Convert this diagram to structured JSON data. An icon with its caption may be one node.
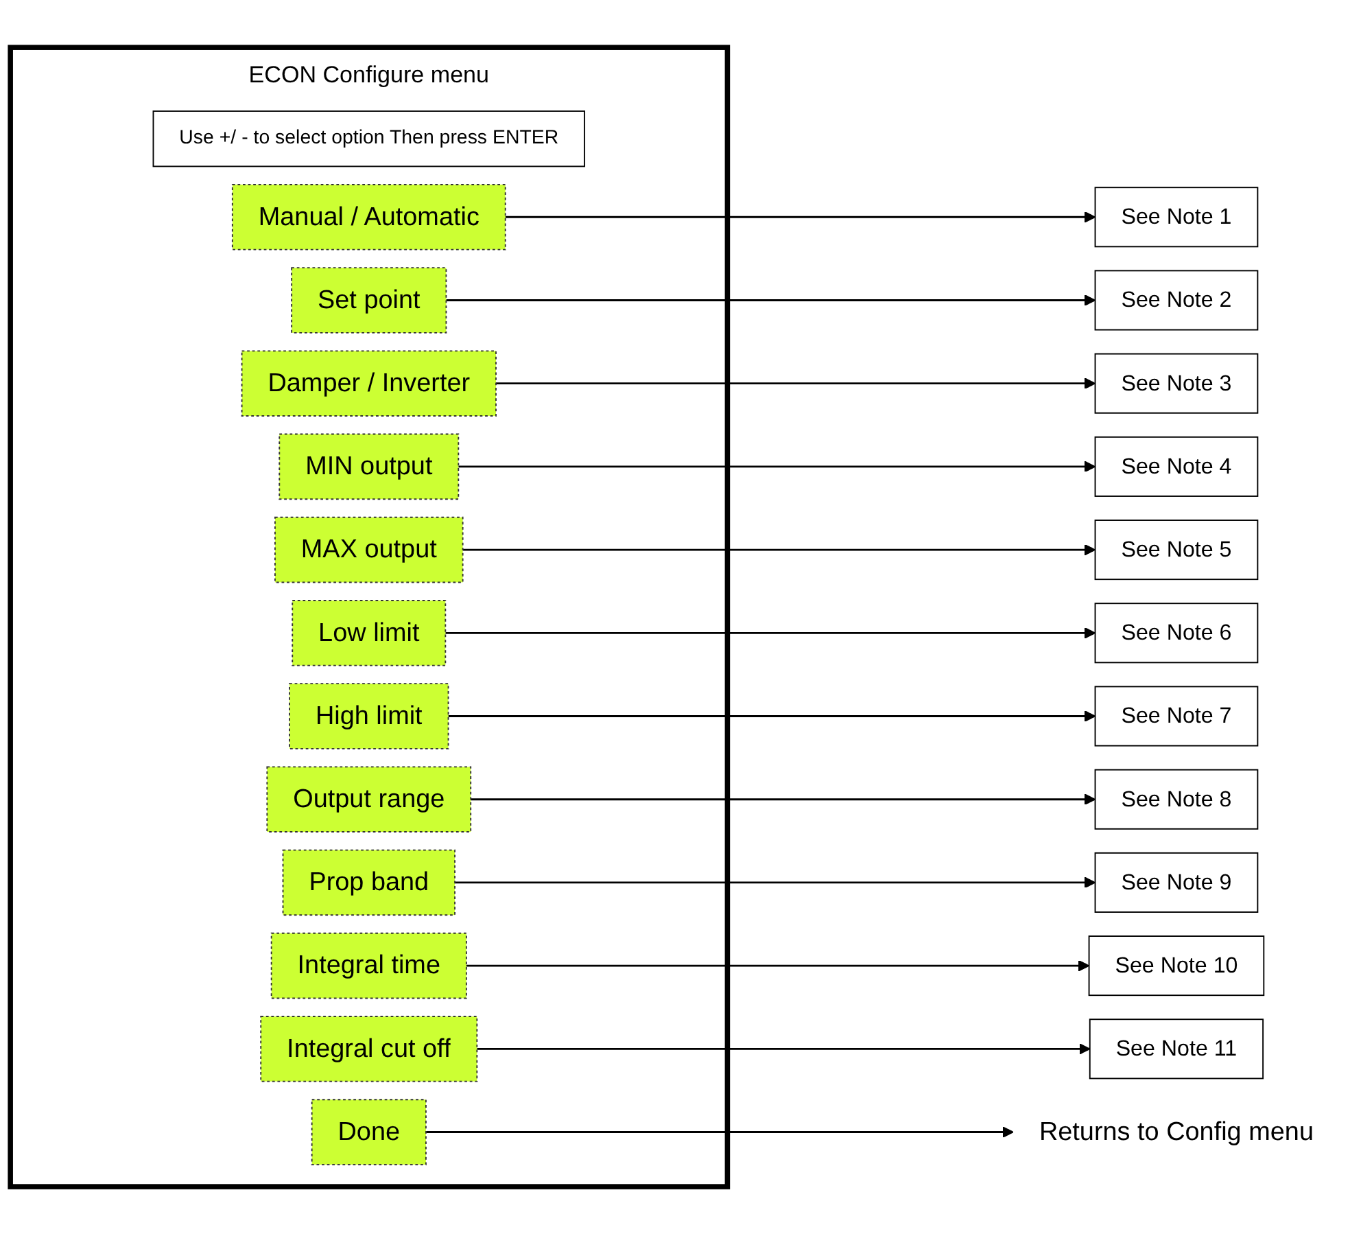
{
  "diagram": {
    "nodes": [
      {
        "text": [
          "ECON Configure menu"
        ]
      },
      {
        "text": [
          "Use +/ - to select option Then press ENTER"
        ],
        "in": 0
      },
      {
        "text": [
          "Manual / Automatic"
        ],
        "in": 0
      },
      {
        "text": [
          "Set point"
        ],
        "in": 0
      },
      {
        "text": [
          "Damper / Inverter"
        ],
        "in": 0
      },
      {
        "text": [
          "MIN output"
        ],
        "in": 0
      },
      {
        "text": [
          "MAX output"
        ],
        "in": 0
      },
      {
        "text": [
          "Low limit"
        ],
        "in": 0
      },
      {
        "text": [
          "High limit"
        ],
        "in": 0
      },
      {
        "text": [
          "Output range"
        ],
        "in": 0
      },
      {
        "text": [
          "Prop band"
        ],
        "in": 0
      },
      {
        "text": [
          "Integral time"
        ],
        "in": 0
      },
      {
        "text": [
          "Integral cut off"
        ],
        "in": 0
      },
      {
        "text": [
          "Done"
        ],
        "in": 0
      },
      {
        "text": [
          "See Note 1"
        ]
      },
      {
        "text": [
          "See Note 2"
        ]
      },
      {
        "text": [
          "See Note 3"
        ]
      },
      {
        "text": [
          "See Note 4"
        ]
      },
      {
        "text": [
          "See Note 5"
        ]
      },
      {
        "text": [
          "See Note 6"
        ]
      },
      {
        "text": [
          "See Note 7"
        ]
      },
      {
        "text": [
          "See Note 8"
        ]
      },
      {
        "text": [
          "See Note 9"
        ]
      },
      {
        "text": [
          "See Note 10"
        ]
      },
      {
        "text": [
          "See Note 11"
        ]
      },
      {
        "text": [
          "Returns to Config menu"
        ]
      }
    ],
    "edges": [
      {
        "from": 2,
        "to": 14,
        "arrow": "to"
      },
      {
        "from": 3,
        "to": 15,
        "arrow": "to"
      },
      {
        "from": 4,
        "to": 16,
        "arrow": "to"
      },
      {
        "from": 5,
        "to": 17,
        "arrow": "to"
      },
      {
        "from": 6,
        "to": 18,
        "arrow": "to"
      },
      {
        "from": 7,
        "to": 19,
        "arrow": "to"
      },
      {
        "from": 8,
        "to": 20,
        "arrow": "to"
      },
      {
        "from": 9,
        "to": 21,
        "arrow": "to"
      },
      {
        "from": 10,
        "to": 22,
        "arrow": "to"
      },
      {
        "from": 11,
        "to": 23,
        "arrow": "to"
      },
      {
        "from": 12,
        "to": 24,
        "arrow": "to"
      },
      {
        "from": 13,
        "to": 25,
        "arrow": "to"
      }
    ]
  }
}
